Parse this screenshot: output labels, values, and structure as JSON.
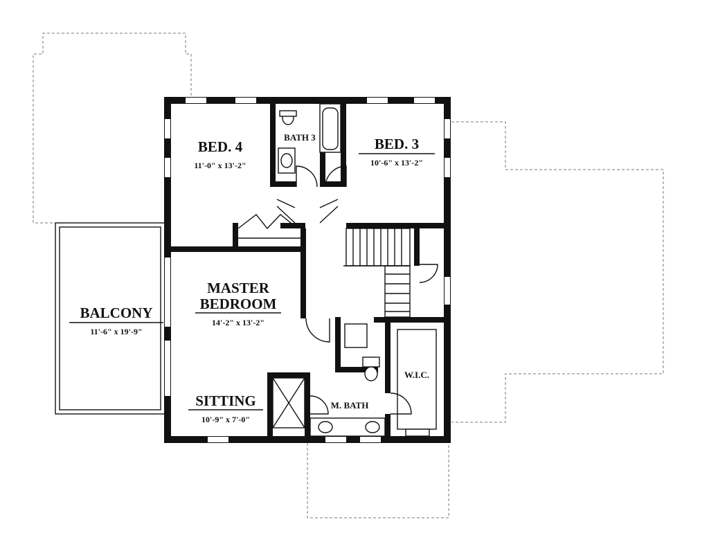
{
  "plan": {
    "rooms": {
      "bed4": {
        "name": "BED. 4",
        "dims": "11'-0\" x 13'-2\""
      },
      "bath3": {
        "name": "BATH 3"
      },
      "bed3": {
        "name": "BED. 3",
        "dims": "10'-6\" x 13'-2\""
      },
      "balcony": {
        "name": "BALCONY",
        "dims": "11'-6\" x 19'-9\""
      },
      "master": {
        "name_line1": "MASTER",
        "name_line2": "BEDROOM",
        "dims": "14'-2\" x 13'-2\""
      },
      "sitting": {
        "name": "SITTING",
        "dims": "10'-9\" x 7'-0\""
      },
      "mbath": {
        "name": "M. BATH"
      },
      "wic": {
        "name": "W.I.C."
      }
    },
    "colors": {
      "wall": "#111111",
      "background": "#ffffff",
      "roof_outline": "#777777"
    }
  }
}
